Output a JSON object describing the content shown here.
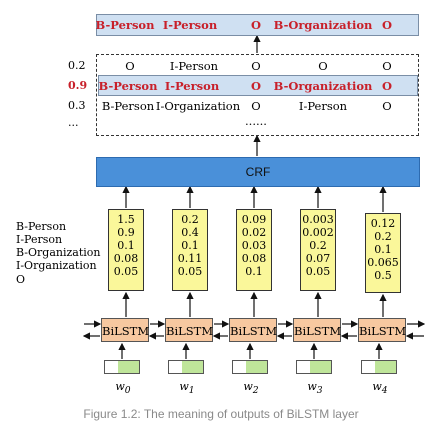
{
  "final_output": [
    "B-Person",
    "I-Person",
    "O",
    "B-Organization",
    "O"
  ],
  "candidates": [
    {
      "prob": "0.2",
      "labels": [
        "O",
        "I-Person",
        "O",
        "O",
        "O"
      ]
    },
    {
      "prob": "0.9",
      "labels": [
        "B-Person",
        "I-Person",
        "O",
        "B-Organization",
        "O"
      ]
    },
    {
      "prob": "0.3",
      "labels": [
        "B-Person",
        "I-Organization",
        "O",
        "I-Person",
        "O"
      ]
    },
    {
      "prob": "...",
      "labels": [
        "",
        "",
        "......",
        "",
        ""
      ]
    }
  ],
  "crf_label": "CRF",
  "label_names": [
    "B-Person",
    "I-Person",
    "B-Organization",
    "I-Organization",
    "O"
  ],
  "score_columns": [
    [
      "1.5",
      "0.9",
      "0.1",
      "0.08",
      "0.05"
    ],
    [
      "0.2",
      "0.4",
      "0.1",
      "0.11",
      "0.05"
    ],
    [
      "0.09",
      "0.02",
      "0.03",
      "0.08",
      "0.1"
    ],
    [
      "0.003",
      "0.002",
      "0.2",
      "0.07",
      "0.05"
    ],
    [
      "0.12",
      "0.2",
      "0.1",
      "0.065",
      "0.5"
    ]
  ],
  "bilstm_label": "BiLSTM",
  "words": [
    "w0",
    "w1",
    "w2",
    "w3",
    "w4"
  ],
  "caption": "Figure 1.2: The meaning of outputs of BiLSTM layer",
  "colors": {
    "highlight": "#cfe0f2",
    "crf": "#4a90d9",
    "scores": "#faf79a",
    "lstm": "#f7c8a0",
    "embedding": "#bfe59a",
    "best": "#c8202a"
  }
}
